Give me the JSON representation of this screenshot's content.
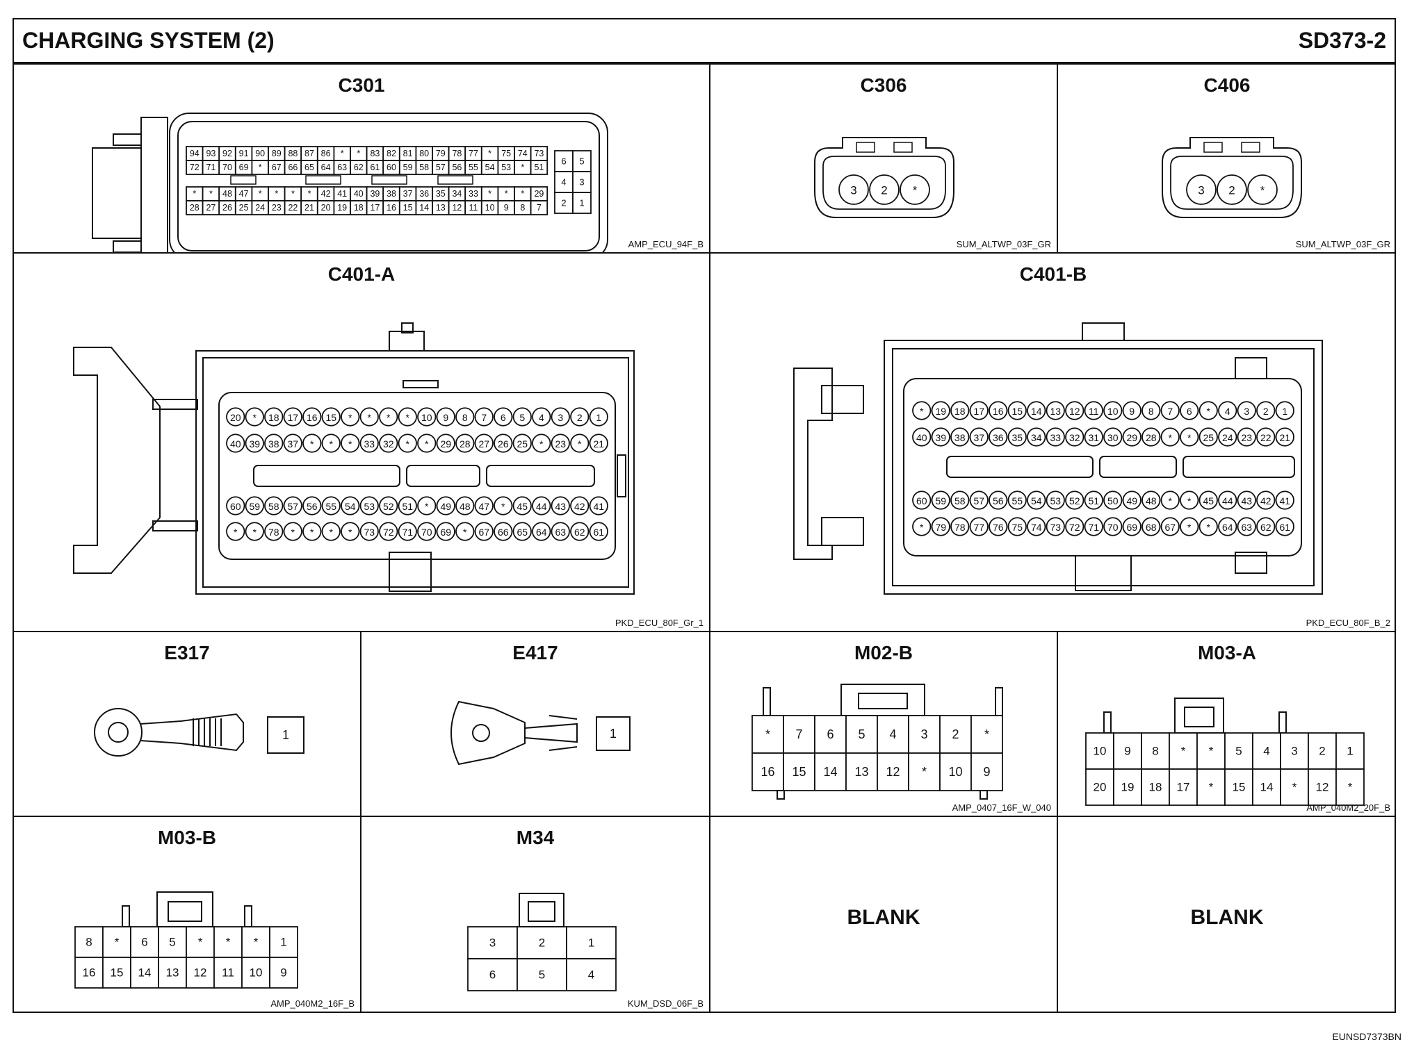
{
  "header": {
    "title": "CHARGING SYSTEM (2)",
    "code": "SD373-2"
  },
  "footer": {
    "code": "EUNSD7373BN"
  },
  "cells": {
    "c301": {
      "title": "C301",
      "ref": "AMP_ECU_94F_B",
      "rows": [
        [
          "94",
          "93",
          "92",
          "91",
          "90",
          "89",
          "88",
          "87",
          "86",
          "*",
          "*",
          "83",
          "82",
          "81",
          "80",
          "79",
          "78",
          "77",
          "*",
          "75",
          "74",
          "73"
        ],
        [
          "72",
          "71",
          "70",
          "69",
          "*",
          "67",
          "66",
          "65",
          "64",
          "63",
          "62",
          "61",
          "60",
          "59",
          "58",
          "57",
          "56",
          "55",
          "54",
          "53",
          "*",
          "51"
        ],
        [
          "*",
          "*",
          "48",
          "47",
          "*",
          "*",
          "*",
          "*",
          "42",
          "41",
          "40",
          "39",
          "38",
          "37",
          "36",
          "35",
          "34",
          "33",
          "*",
          "*",
          "*",
          "29"
        ],
        [
          "28",
          "27",
          "26",
          "25",
          "24",
          "23",
          "22",
          "21",
          "20",
          "19",
          "18",
          "17",
          "16",
          "15",
          "14",
          "13",
          "12",
          "11",
          "10",
          "9",
          "8",
          "7"
        ]
      ],
      "side": [
        [
          "6",
          "5"
        ],
        [
          "4",
          "3"
        ],
        [
          "2",
          "1"
        ]
      ]
    },
    "c306": {
      "title": "C306",
      "ref": "SUM_ALTWP_03F_GR",
      "pins": [
        "3",
        "2",
        "*"
      ]
    },
    "c406": {
      "title": "C406",
      "ref": "SUM_ALTWP_03F_GR",
      "pins": [
        "3",
        "2",
        "*"
      ]
    },
    "c401a": {
      "title": "C401-A",
      "ref": "PKD_ECU_80F_Gr_1",
      "rows": [
        [
          "20",
          "*",
          "18",
          "17",
          "16",
          "15",
          "*",
          "*",
          "*",
          "*",
          "10",
          "9",
          "8",
          "7",
          "6",
          "5",
          "4",
          "3",
          "2",
          "1"
        ],
        [
          "40",
          "39",
          "38",
          "37",
          "*",
          "*",
          "*",
          "33",
          "32",
          "*",
          "*",
          "29",
          "28",
          "27",
          "26",
          "25",
          "*",
          "23",
          "*",
          "21"
        ],
        [
          "60",
          "59",
          "58",
          "57",
          "56",
          "55",
          "54",
          "53",
          "52",
          "51",
          "*",
          "49",
          "48",
          "47",
          "*",
          "45",
          "44",
          "43",
          "42",
          "41"
        ],
        [
          "*",
          "*",
          "78",
          "*",
          "*",
          "*",
          "*",
          "73",
          "72",
          "71",
          "70",
          "69",
          "*",
          "67",
          "66",
          "65",
          "64",
          "63",
          "62",
          "61"
        ]
      ]
    },
    "c401b": {
      "title": "C401-B",
      "ref": "PKD_ECU_80F_B_2",
      "rows": [
        [
          "*",
          "19",
          "18",
          "17",
          "16",
          "15",
          "14",
          "13",
          "12",
          "11",
          "10",
          "9",
          "8",
          "7",
          "6",
          "*",
          "4",
          "3",
          "2",
          "1"
        ],
        [
          "40",
          "39",
          "38",
          "37",
          "36",
          "35",
          "34",
          "33",
          "32",
          "31",
          "30",
          "29",
          "28",
          "*",
          "*",
          "25",
          "24",
          "23",
          "22",
          "21"
        ],
        [
          "60",
          "59",
          "58",
          "57",
          "56",
          "55",
          "54",
          "53",
          "52",
          "51",
          "50",
          "49",
          "48",
          "*",
          "*",
          "45",
          "44",
          "43",
          "42",
          "41"
        ],
        [
          "*",
          "79",
          "78",
          "77",
          "76",
          "75",
          "74",
          "73",
          "72",
          "71",
          "70",
          "69",
          "68",
          "67",
          "*",
          "*",
          "64",
          "63",
          "62",
          "61"
        ]
      ]
    },
    "e317": {
      "title": "E317",
      "pin": "1"
    },
    "e417": {
      "title": "E417",
      "pin": "1"
    },
    "m02b": {
      "title": "M02-B",
      "ref": "AMP_0407_16F_W_040",
      "rows": [
        [
          "*",
          "7",
          "6",
          "5",
          "4",
          "3",
          "2",
          "*"
        ],
        [
          "16",
          "15",
          "14",
          "13",
          "12",
          "*",
          "10",
          "9"
        ]
      ]
    },
    "m03a": {
      "title": "M03-A",
      "ref": "AMP_040M2_20F_B",
      "rows": [
        [
          "10",
          "9",
          "8",
          "*",
          "*",
          "5",
          "4",
          "3",
          "2",
          "1"
        ],
        [
          "20",
          "19",
          "18",
          "17",
          "*",
          "15",
          "14",
          "*",
          "12",
          "*"
        ]
      ]
    },
    "m03b": {
      "title": "M03-B",
      "ref": "AMP_040M2_16F_B",
      "rows": [
        [
          "8",
          "*",
          "6",
          "5",
          "*",
          "*",
          "*",
          "1"
        ],
        [
          "16",
          "15",
          "14",
          "13",
          "12",
          "11",
          "10",
          "9"
        ]
      ]
    },
    "m34": {
      "title": "M34",
      "ref": "KUM_DSD_06F_B",
      "rows": [
        [
          "3",
          "2",
          "1"
        ],
        [
          "6",
          "5",
          "4"
        ]
      ]
    },
    "blank1": {
      "label": "BLANK"
    },
    "blank2": {
      "label": "BLANK"
    }
  }
}
